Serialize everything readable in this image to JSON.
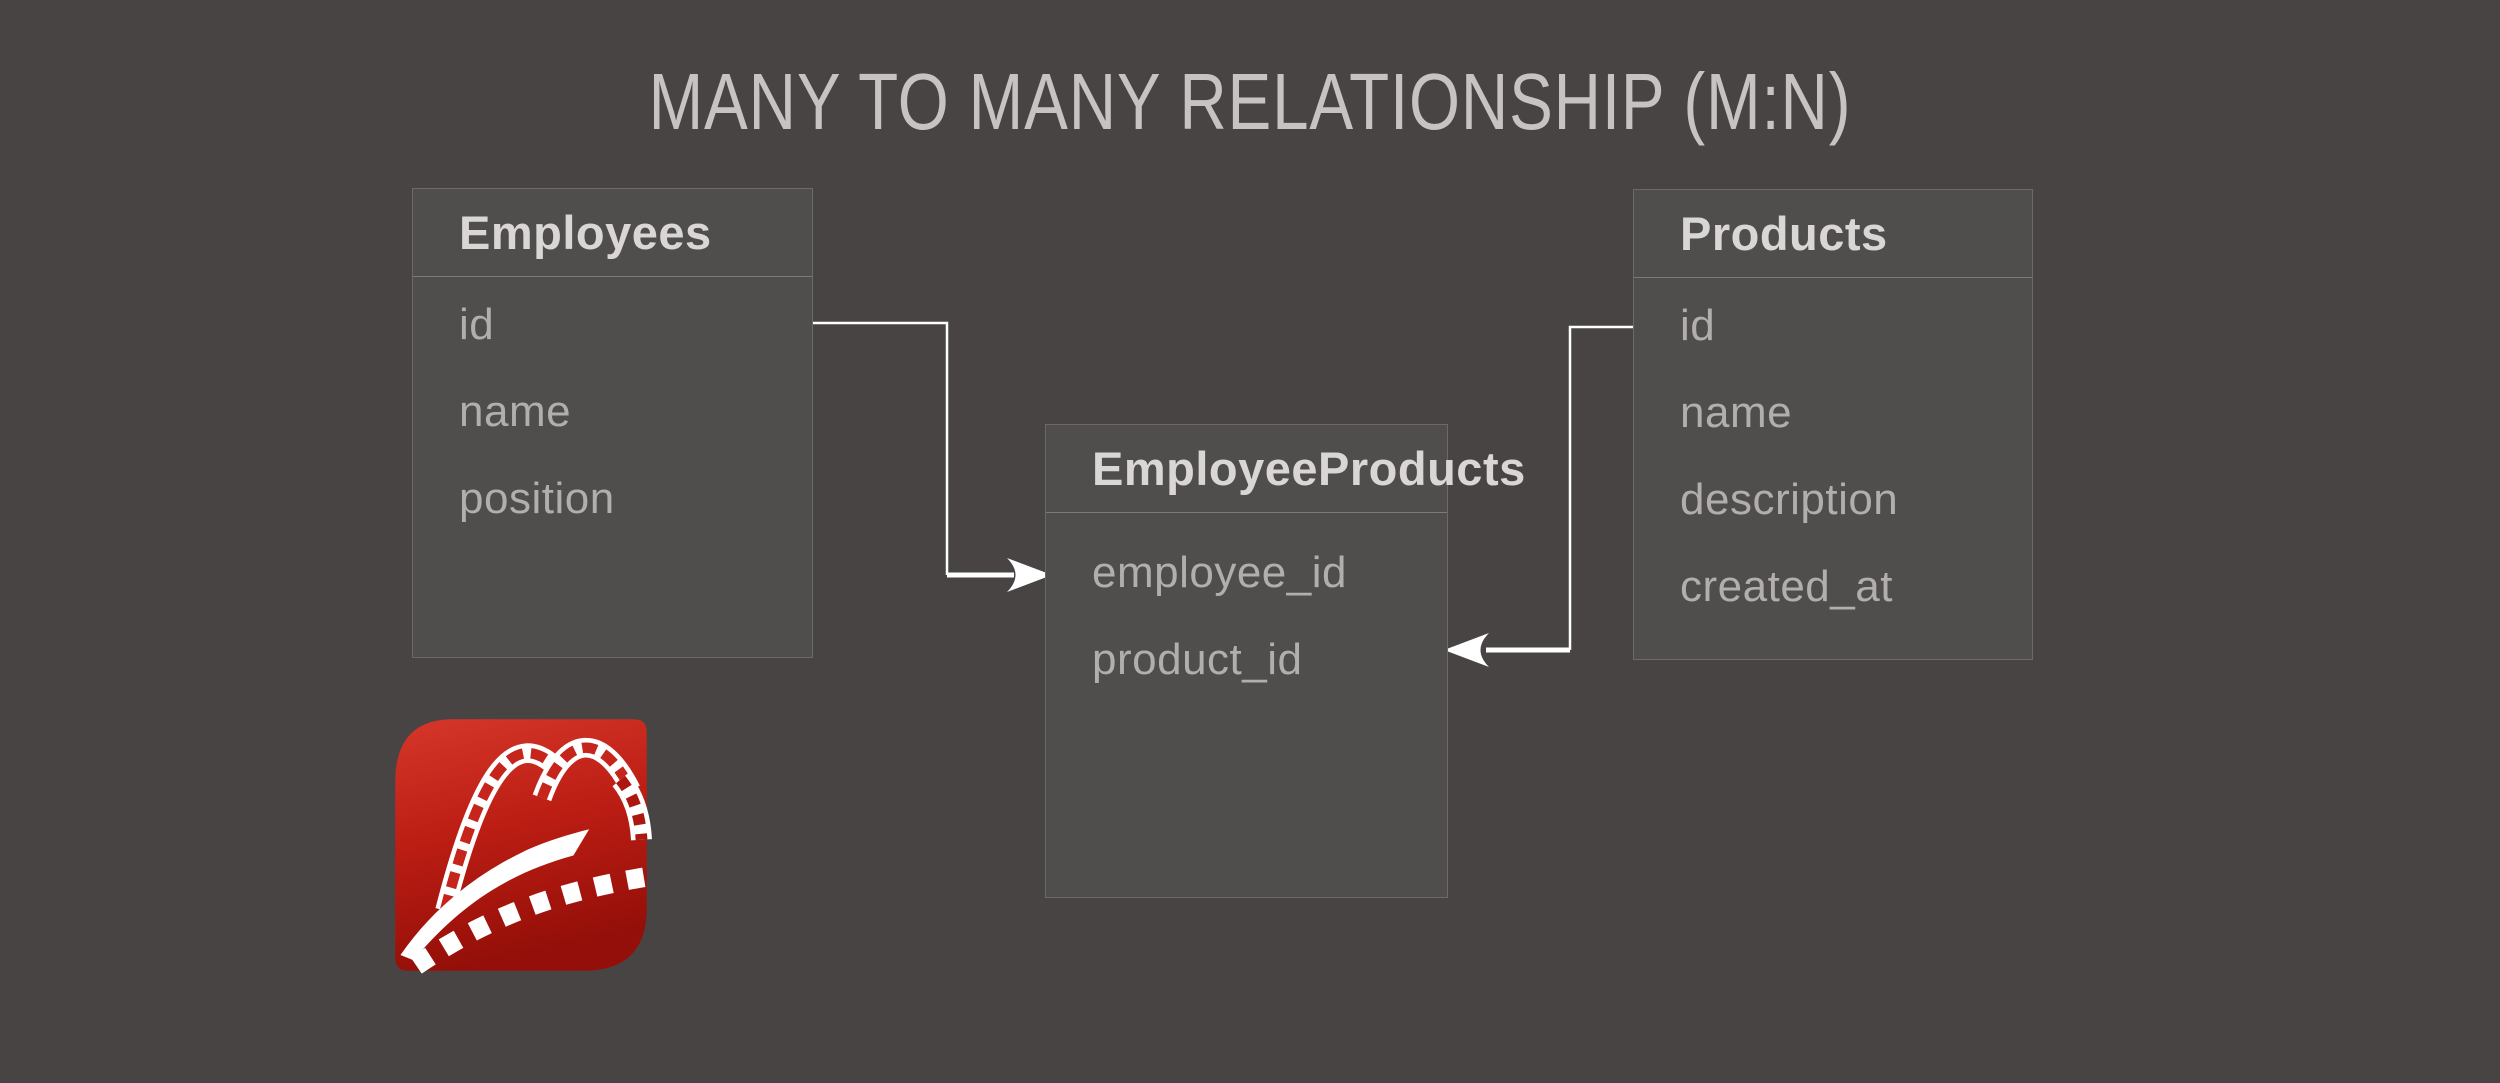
{
  "title": "MANY TO MANY RELATIONSHIP (M:N)",
  "diagram": {
    "employees": {
      "title": "Employees",
      "rows": [
        "id",
        "name",
        "position"
      ]
    },
    "employee_products": {
      "title": "EmployeeProducts",
      "rows": [
        "employee_id",
        "product_id"
      ]
    },
    "products": {
      "title": "Products",
      "rows": [
        "id",
        "name",
        "description",
        "created_at"
      ]
    }
  },
  "relationships": [
    {
      "from": "Employees.id",
      "to": "EmployeeProducts.employee_id"
    },
    {
      "from": "Products.id",
      "to": "EmployeeProducts.product_id"
    }
  ],
  "logo": {
    "name": "Ruby on Rails logo"
  },
  "colors": {
    "background": "#474443",
    "panel": "#504d4d",
    "panel_border": "rgba(255,255,255,0.16)",
    "divider": "rgba(255,255,255,0.25)",
    "title_text": "#c7c3c2",
    "header_text": "#d9d6d5",
    "row_text": "#b1aead",
    "connector": "#ffffff",
    "logo_red_top": "#d6372a",
    "logo_red_bottom": "#940f09"
  }
}
